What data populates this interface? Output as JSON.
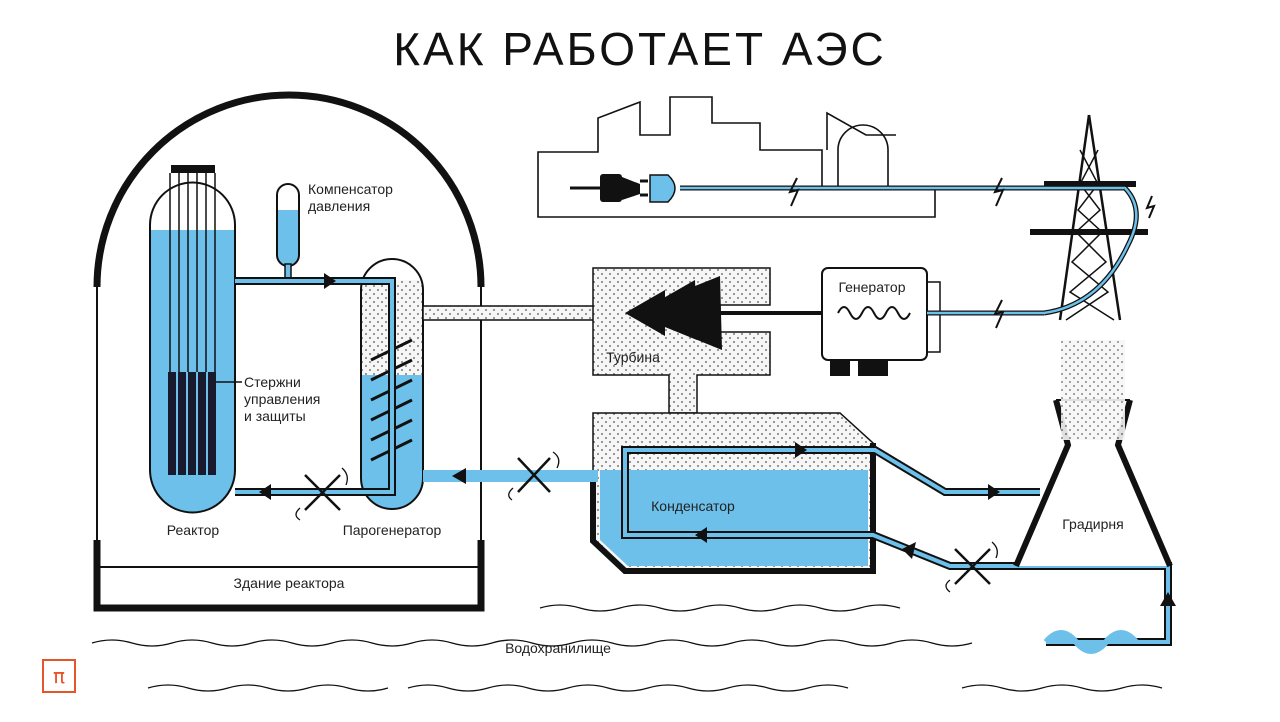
{
  "title": "КАК РАБОТАЕТ АЭС",
  "labels": {
    "pressurizer": "Компенсатор\nдавления",
    "control_rods": "Стержни\nуправления\nи защиты",
    "reactor": "Реактор",
    "steam_generator": "Парогенератор",
    "reactor_building": "Здание реактора",
    "turbine": "Турбина",
    "generator": "Генератор",
    "condenser": "Конденсатор",
    "cooling_tower": "Градирня",
    "reservoir": "Водохранилище"
  },
  "logo": "π",
  "colors": {
    "water": "#6cc0ea",
    "line": "#111111",
    "steam_fill": "#f4f4f4",
    "accent": "#e8542a"
  }
}
